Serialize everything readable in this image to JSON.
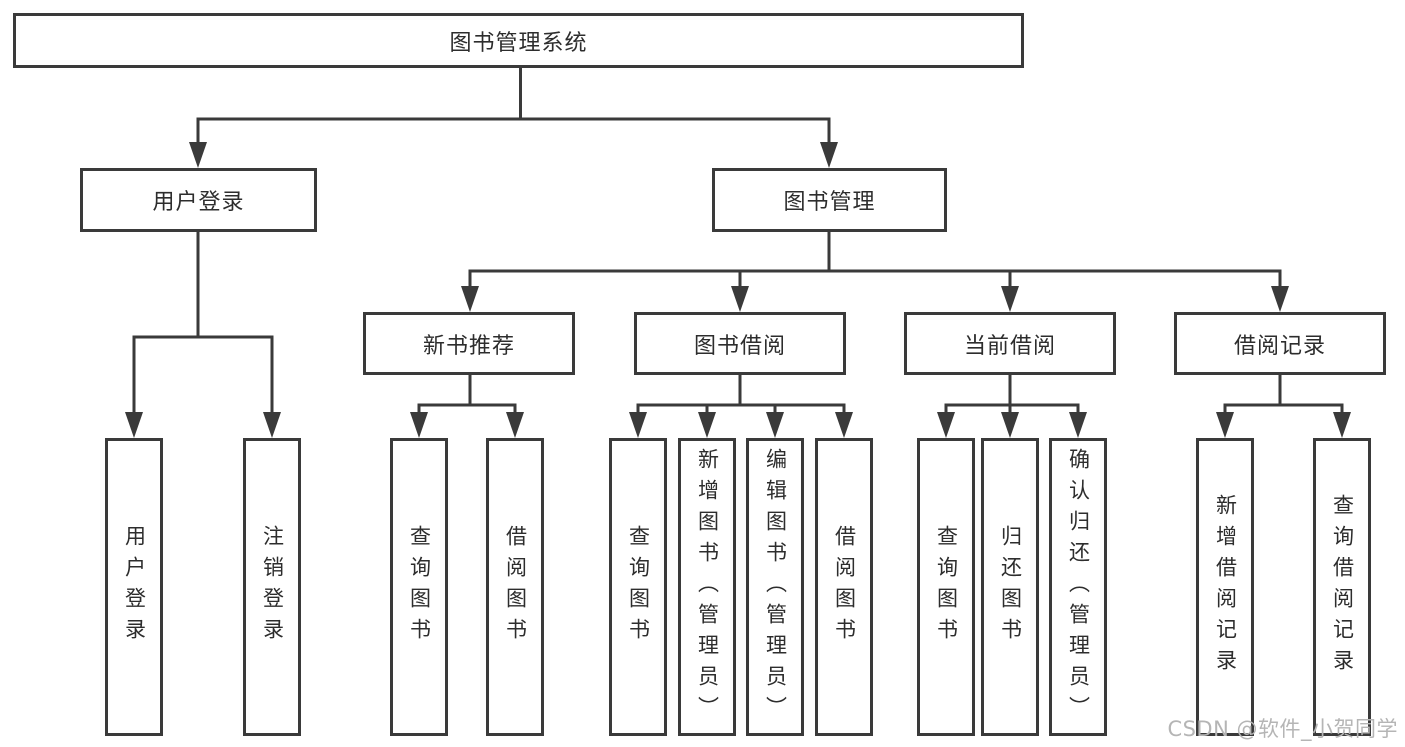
{
  "diagram": {
    "type": "tree",
    "title": "图书管理系统",
    "colors": {
      "line": "#3a3a3a",
      "text": "#2d2d2d",
      "background": "#ffffff",
      "watermark": "#b5b5b5"
    },
    "root": {
      "label": "图书管理系统"
    },
    "level2": [
      {
        "key": "user_login",
        "label": "用户登录",
        "parent": "图书管理系统"
      },
      {
        "key": "book_mgmt",
        "label": "图书管理",
        "parent": "图书管理系统"
      }
    ],
    "level3": [
      {
        "key": "new_book_recommend",
        "label": "新书推荐",
        "parent": "图书管理"
      },
      {
        "key": "book_borrow",
        "label": "图书借阅",
        "parent": "图书管理"
      },
      {
        "key": "current_borrow",
        "label": "当前借阅",
        "parent": "图书管理"
      },
      {
        "key": "borrow_record",
        "label": "借阅记录",
        "parent": "图书管理"
      }
    ],
    "leaves": [
      {
        "label": "用户登录",
        "parent": "用户登录"
      },
      {
        "label": "注销登录",
        "parent": "用户登录"
      },
      {
        "label": "查询图书",
        "parent": "新书推荐"
      },
      {
        "label": "借阅图书",
        "parent": "新书推荐"
      },
      {
        "label": "查询图书",
        "parent": "图书借阅"
      },
      {
        "label": "新增图书（管理员）",
        "parent": "图书借阅"
      },
      {
        "label": "编辑图书（管理员）",
        "parent": "图书借阅"
      },
      {
        "label": "借阅图书",
        "parent": "图书借阅"
      },
      {
        "label": "查询图书",
        "parent": "当前借阅"
      },
      {
        "label": "归还图书",
        "parent": "当前借阅"
      },
      {
        "label": "确认归还（管理员）",
        "parent": "当前借阅"
      },
      {
        "label": "新增借阅记录",
        "parent": "借阅记录"
      },
      {
        "label": "查询借阅记录",
        "parent": "借阅记录"
      }
    ]
  },
  "watermark": {
    "text": "CSDN @软件_小贺同学"
  }
}
